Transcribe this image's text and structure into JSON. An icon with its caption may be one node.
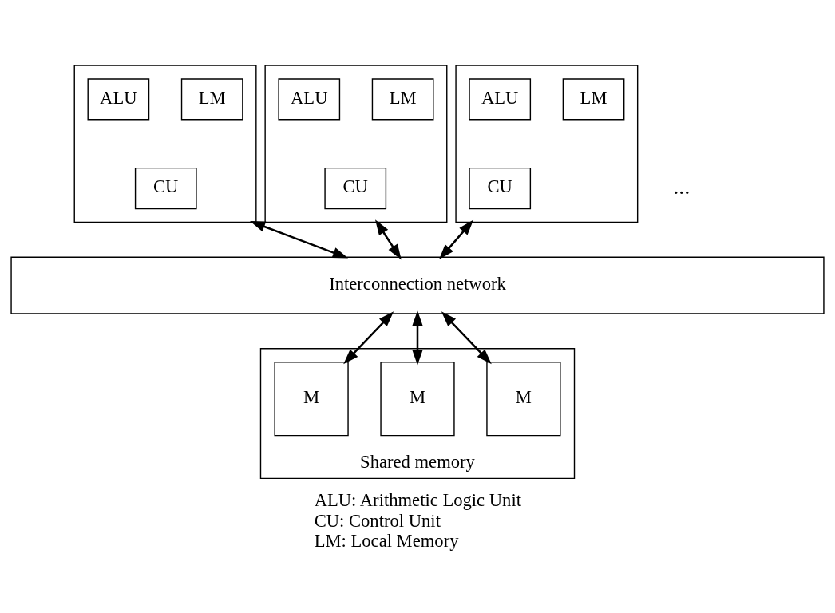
{
  "diagram": {
    "nodes": [
      {
        "text": [],
        "shape": "box"
      },
      {
        "text": [
          "ALU"
        ],
        "in": 0
      },
      {
        "text": [
          "CU"
        ],
        "in": 0
      },
      {
        "text": [
          "LM"
        ],
        "in": 0
      },
      {
        "text": [],
        "shape": "box"
      },
      {
        "text": [
          "ALU"
        ],
        "in": 4
      },
      {
        "text": [
          "CU"
        ],
        "in": 4
      },
      {
        "text": [
          "LM"
        ],
        "in": 4
      },
      {
        "text": [],
        "shape": "box"
      },
      {
        "text": [
          "ALU"
        ],
        "in": 8
      },
      {
        "text": [
          "CU"
        ],
        "in": 8
      },
      {
        "text": [
          "LM"
        ],
        "in": 8
      },
      {
        "text": [
          "Interconnection network"
        ]
      },
      {
        "text": [
          "Shared memory"
        ]
      },
      {
        "text": [
          "M"
        ],
        "in": 13
      },
      {
        "text": [
          "M"
        ],
        "in": 13
      },
      {
        "text": [
          "M"
        ],
        "in": 13
      }
    ],
    "edges": [
      {
        "from": 0,
        "to": 12,
        "arrow": "both"
      },
      {
        "from": 4,
        "to": 12,
        "arrow": "both"
      },
      {
        "from": 8,
        "to": 12,
        "arrow": "both"
      },
      {
        "from": 12,
        "to": 14,
        "arrow": "both"
      },
      {
        "from": 12,
        "to": 15,
        "arrow": "both"
      },
      {
        "from": 12,
        "to": 16,
        "arrow": "both"
      }
    ],
    "labels": [
      "...",
      "ALU: Arithmetic Logic Unit",
      "CU: Control Unit",
      "LM: Local Memory"
    ]
  }
}
